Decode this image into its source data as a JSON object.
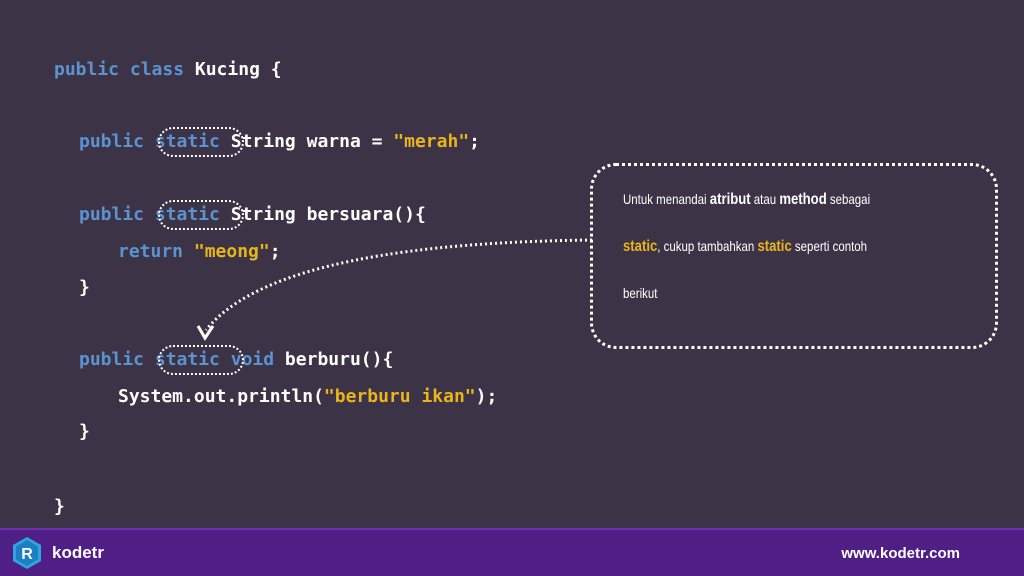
{
  "code": {
    "line1": {
      "kw": "public class",
      "rest": " Kucing {"
    },
    "line2": {
      "kw1": "public",
      "kw2": "static",
      "type": " String warna = ",
      "str": "\"merah\"",
      "end": ";"
    },
    "line3": {
      "kw1": "public",
      "kw2": "static",
      "rest": " String bersuara(){"
    },
    "line4": {
      "kw": "return",
      "str": " \"meong\"",
      "end": ";"
    },
    "line5": {
      "brace": "}"
    },
    "line6": {
      "kw1": "public",
      "kw2": "static",
      "kw3": " void",
      "rest": " berburu(){"
    },
    "line7": {
      "pre": "System.out.println(",
      "str": "\"berburu ikan\"",
      "end": ");"
    },
    "line8": {
      "brace": "}"
    },
    "line9": {
      "brace": "}"
    }
  },
  "callout": {
    "part1": "Untuk  menandai ",
    "atribut": "atribut",
    "part2": " atau ",
    "method": "method",
    "part3": " sebagai",
    "static1": "static",
    "part4": ",  cukup tambahkan ",
    "static2": "static",
    "part5": " seperti contoh",
    "part6": "berikut"
  },
  "footer": {
    "brand": "kodetr",
    "site": "www.kodetr.com",
    "logo_icon": "kodetr-logo-icon"
  },
  "colors": {
    "background": "#3d3347",
    "keyword": "#5b93d1",
    "string": "#e8b51b",
    "footer": "#4f1f86"
  }
}
